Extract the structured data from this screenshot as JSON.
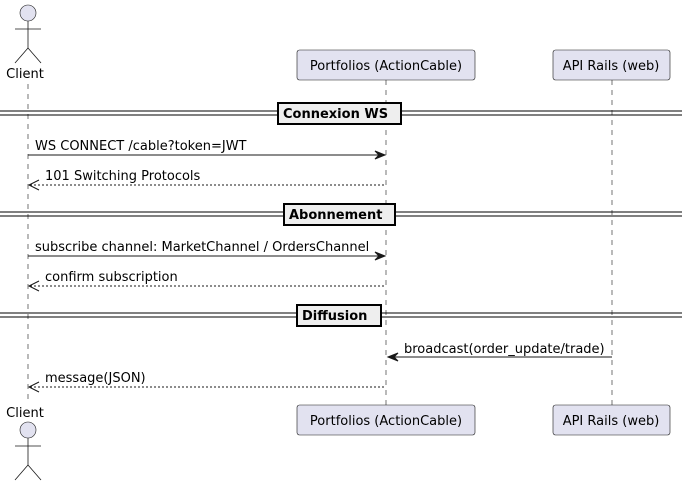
{
  "participants": {
    "client": {
      "label": "Client",
      "kind": "actor"
    },
    "portfolios": {
      "label": "Portfolios (ActionCable)",
      "kind": "participant"
    },
    "api": {
      "label": "API Rails (web)",
      "kind": "participant"
    }
  },
  "separators": [
    {
      "label": "Connexion WS"
    },
    {
      "label": "Abonnement"
    },
    {
      "label": "Diffusion"
    }
  ],
  "messages": [
    {
      "from": "client",
      "to": "portfolios",
      "style": "solid",
      "label": "WS CONNECT /cable?token=JWT"
    },
    {
      "from": "portfolios",
      "to": "client",
      "style": "dashed",
      "label": "101 Switching Protocols"
    },
    {
      "from": "client",
      "to": "portfolios",
      "style": "solid",
      "label": "subscribe channel: MarketChannel / OrdersChannel"
    },
    {
      "from": "portfolios",
      "to": "client",
      "style": "dashed",
      "label": "confirm subscription"
    },
    {
      "from": "api",
      "to": "portfolios",
      "style": "solid",
      "label": "broadcast(order_update/trade)"
    },
    {
      "from": "portfolios",
      "to": "client",
      "style": "dashed",
      "label": "message(JSON)"
    }
  ],
  "colors": {
    "participant_fill": "#e2e2f0",
    "line": "#181818",
    "separator_fill": "#eeeeee"
  }
}
